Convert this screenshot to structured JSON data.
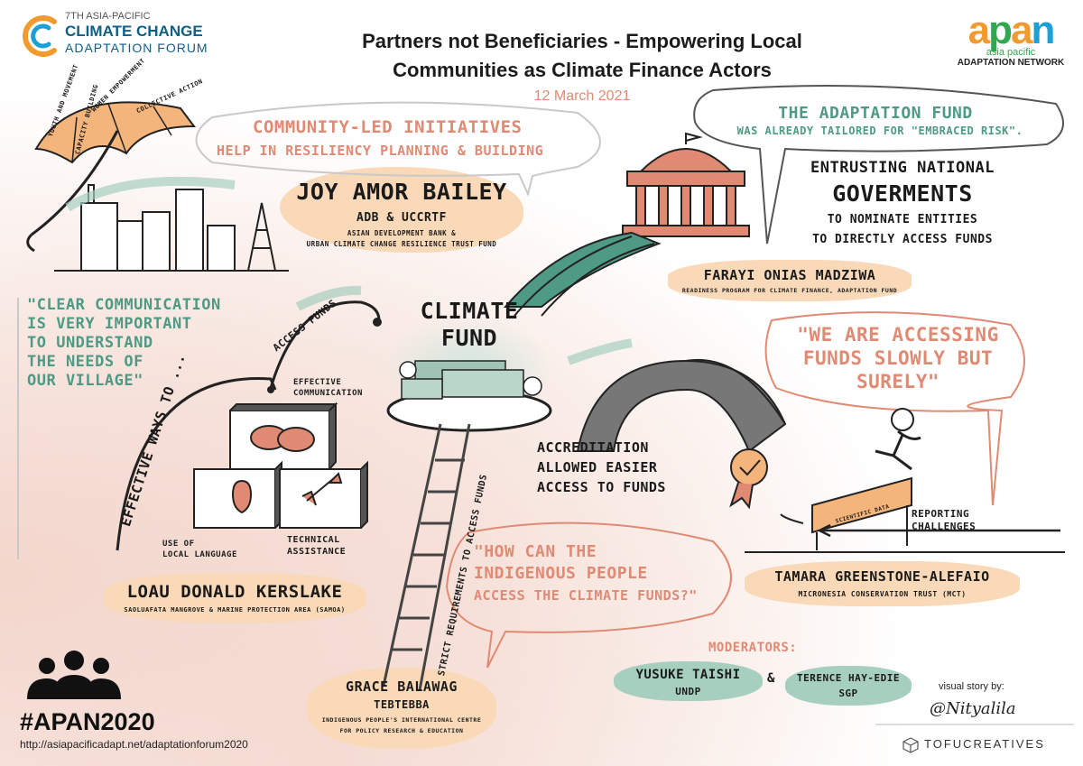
{
  "header": {
    "forum_edition": "7TH ASIA-PACIFIC",
    "forum_name_1": "CLIMATE CHANGE",
    "forum_name_2": "ADAPTATION FORUM",
    "title_line1": "Partners not Beneficiaries - Empowering Local",
    "title_line2": "Communities as Climate Finance Actors",
    "date": "12 March 2021",
    "apan_logo": "apan",
    "apan_sub": "asia pacific",
    "apan_network": "ADAPTATION NETWORK"
  },
  "center": {
    "line1": "CLIMATE",
    "line2": "FUND"
  },
  "joy": {
    "quote_line1": "COMMUNITY-LED INITIATIVES",
    "quote_line2": "HELP IN RESILIENCY PLANNING & BUILDING",
    "name": "JOY AMOR BAILEY",
    "org": "ADB & UCCRTF",
    "org_full_1": "ASIAN DEVELOPMENT BANK &",
    "org_full_2": "URBAN CLIMATE CHANGE RESILIENCE TRUST FUND"
  },
  "umbrella": {
    "labels": [
      "YOUTH AND MOVEMENT",
      "CAPACITY BUILDING",
      "WOMEN EMPOWERMENT",
      "COLLECTIVE ACTION"
    ]
  },
  "farayi": {
    "quote_line1": "THE ADAPTATION FUND",
    "quote_line2": "WAS ALREADY TAILORED FOR \"EMBRACED RISK\".",
    "note_line1": "ENTRUSTING NATIONAL",
    "note_line2": "GOVERMENTS",
    "note_line3": "TO NOMINATE ENTITIES",
    "note_line4": "TO DIRECTLY ACCESS FUNDS",
    "name": "FARAYI ONIAS MADZIWA",
    "org": "READINESS PROGRAM FOR CLIMATE FINANCE, ADAPTATION FUND"
  },
  "loau": {
    "quote_line1": "\"CLEAR COMMUNICATION",
    "quote_line2": "IS VERY IMPORTANT",
    "quote_line3": "TO UNDERSTAND",
    "quote_line4": "THE NEEDS OF",
    "quote_line5": "OUR VILLAGE\"",
    "effective_ways": "EFFECTIVE WAYS TO ...",
    "access_funds": "ACCESS FUNDS",
    "effective_comm_1": "EFFECTIVE",
    "effective_comm_2": "COMMUNICATION",
    "local_lang_1": "USE OF",
    "local_lang_2": "LOCAL LANGUAGE",
    "tech_1": "TECHNICAL",
    "tech_2": "ASSISTANCE",
    "name": "LOAU DONALD KERSLAKE",
    "org": "SAOLUAFATA MANGROVE & MARINE PROTECTION AREA (SAMOA)"
  },
  "tamara": {
    "quote_line1": "\"WE ARE ACCESSING",
    "quote_line2": "FUNDS SLOWLY BUT",
    "quote_line3": "SURELY\"",
    "accreditation_1": "ACCREDITATION",
    "accreditation_2": "ALLOWED EASIER",
    "accreditation_3": "ACCESS TO FUNDS",
    "hurdle_label": "SCIENTIFIC DATA",
    "reporting_1": "REPORTING",
    "reporting_2": "CHALLENGES",
    "name": "TAMARA GREENSTONE-ALEFAIO",
    "org": "MICRONESIA CONSERVATION TRUST (MCT)"
  },
  "grace": {
    "quote_line1": "\"HOW CAN THE",
    "quote_line2": "INDIGENOUS PEOPLE",
    "quote_line3": "ACCESS THE CLIMATE FUNDS?\"",
    "ladder_text": "STRICT REQUIREMENTS TO ACCESS FUNDS",
    "name": "GRACE BALAWAG",
    "org": "TEBTEBBA",
    "org_full_1": "INDIGENOUS PEOPLE'S INTERNATIONAL CENTRE",
    "org_full_2": "FOR POLICY RESEARCH & EDUCATION"
  },
  "moderators": {
    "heading": "MODERATORS:",
    "mod1_name": "YUSUKE TAISHI",
    "mod1_org": "UNDP",
    "amp": "&",
    "mod2_name": "TERENCE HAY-EDIE",
    "mod2_org": "SGP"
  },
  "footer": {
    "hashtag": "#APAN2020",
    "url": "http://asiapacificadapt.net/adaptationforum2020",
    "visual_story": "visual story by:",
    "artist": "@Nityalila",
    "tofu": "TOFUCREATIVES"
  },
  "colors": {
    "salmon": "#e08a74",
    "peach_blob": "#f9d9b8",
    "teal_blob": "#a7cfbf",
    "teal_text": "#4f9a85",
    "umbrella": "#f4b57c",
    "apan_orange": "#f39a2e",
    "apan_green": "#2fa84f",
    "apan_blue": "#1ea0d6"
  }
}
